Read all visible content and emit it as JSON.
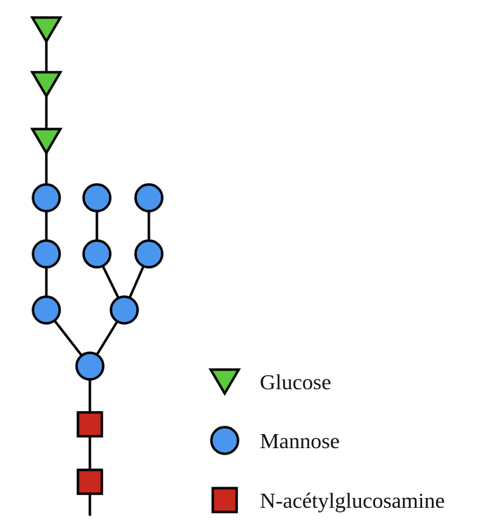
{
  "colors": {
    "glucose": "#5cc83e",
    "mannose": "#4a96ee",
    "n_acetylglucosamine": "#c8281e",
    "line": "#000000"
  },
  "legend": {
    "glucose_label": "Glucose",
    "mannose_label": "Mannose",
    "n_acetylglucosamine_label": "N-acétylglucosamine"
  }
}
